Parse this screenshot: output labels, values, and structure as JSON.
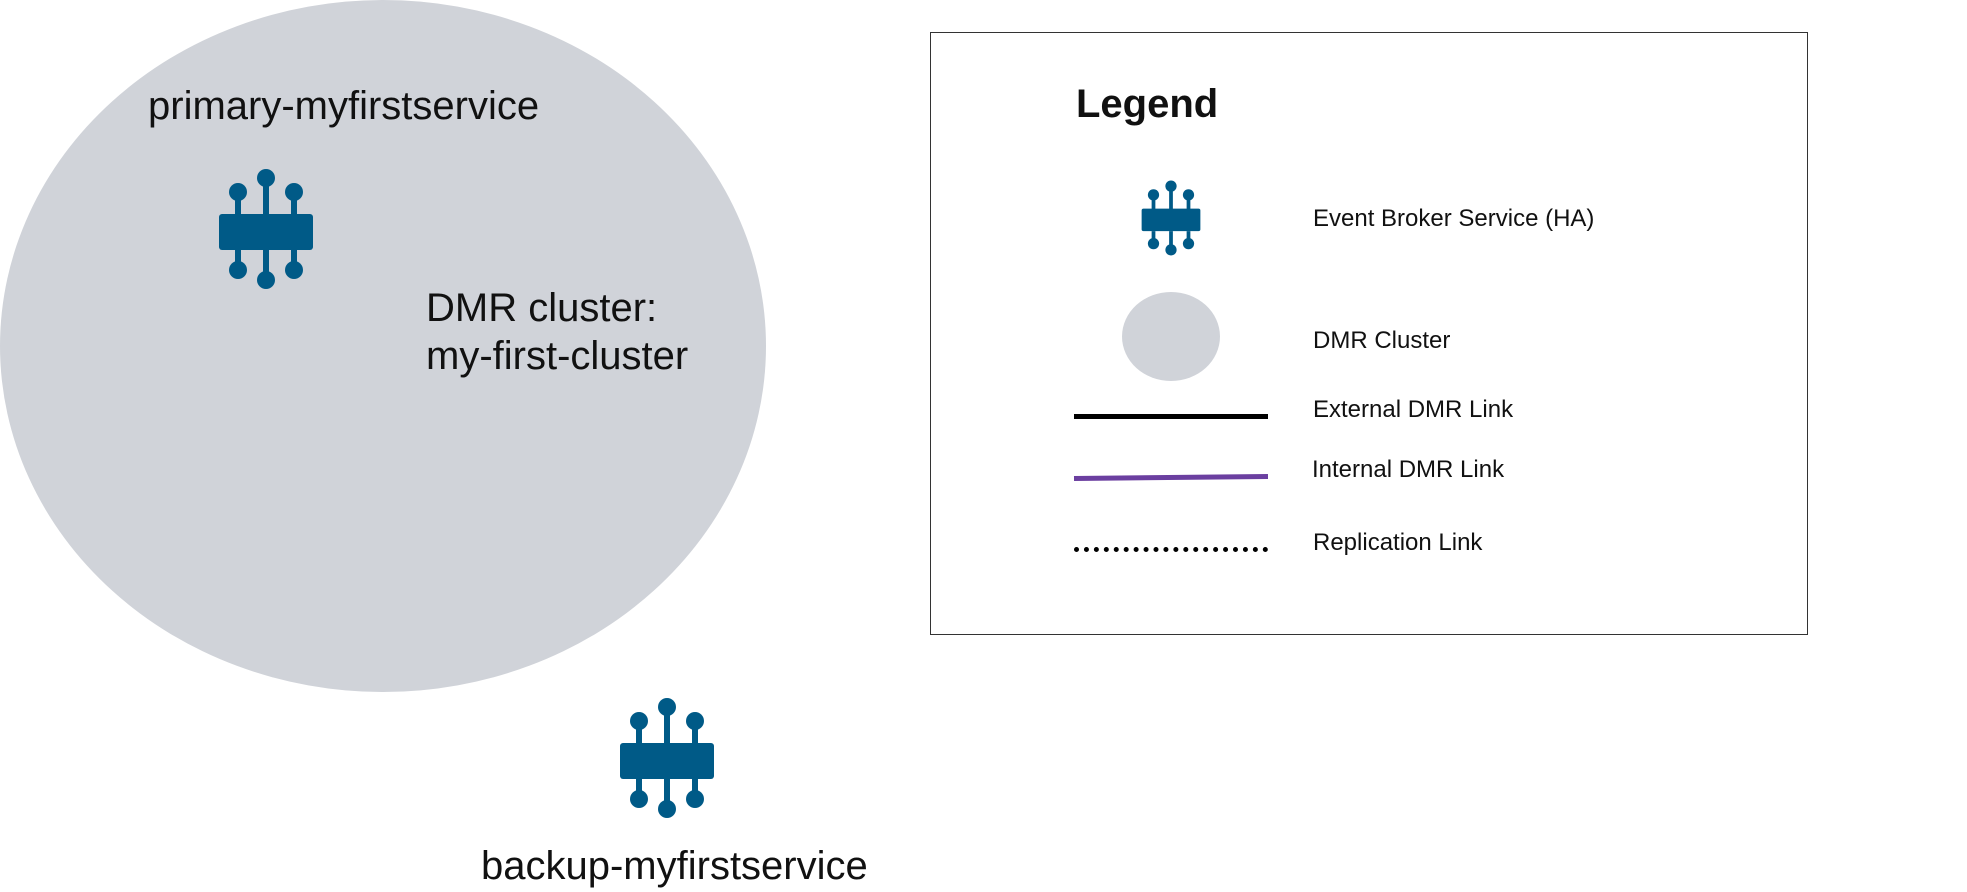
{
  "diagram": {
    "cluster": {
      "label_line1": "DMR cluster:",
      "label_line2": "my-first-cluster",
      "fill_color": "#d0d3d9"
    },
    "primary_service": {
      "label": "primary-myfirstservice",
      "icon": "event-broker-icon"
    },
    "backup_service": {
      "label": "backup-myfirstservice",
      "icon": "event-broker-icon"
    }
  },
  "legend": {
    "title": "Legend",
    "items": [
      {
        "label": "Event Broker Service (HA)",
        "symbol": "event-broker-icon",
        "color": "#005a87"
      },
      {
        "label": "DMR Cluster",
        "symbol": "grey-circle",
        "color": "#d0d3d9"
      },
      {
        "label": "External DMR Link",
        "symbol": "solid-black-line",
        "color": "#000000"
      },
      {
        "label": "Internal DMR Link",
        "symbol": "solid-purple-line",
        "color": "#6b3fa0"
      },
      {
        "label": "Replication Link",
        "symbol": "dotted-black-line",
        "color": "#000000"
      }
    ]
  }
}
